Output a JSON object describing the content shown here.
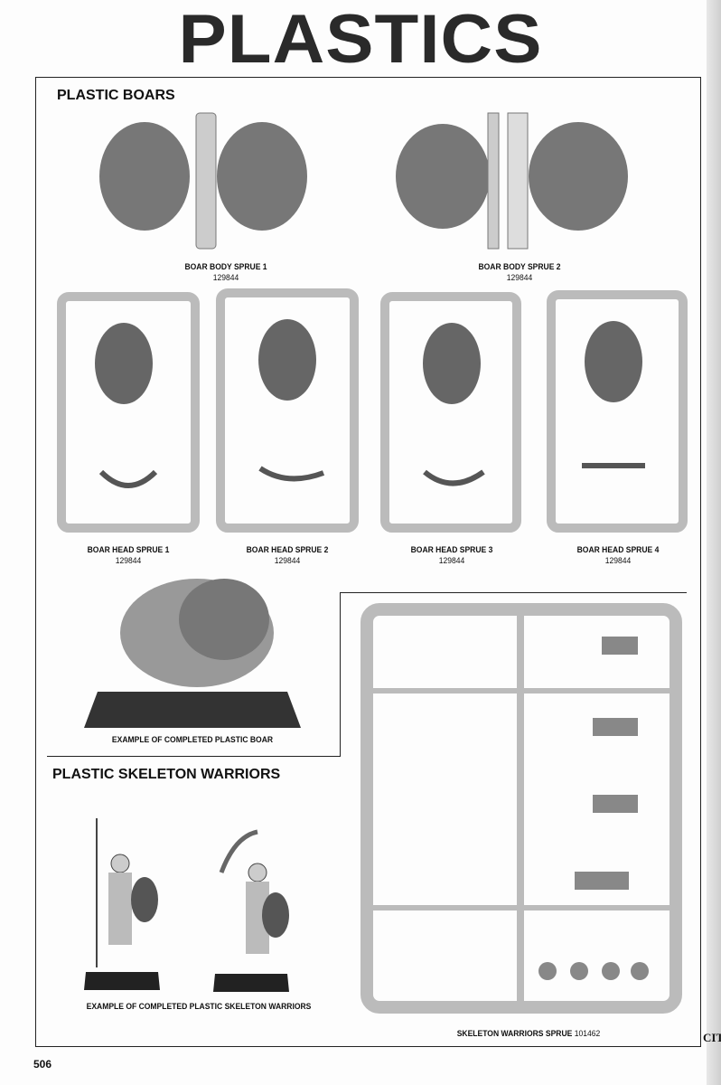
{
  "page_title": "PLASTICS",
  "page_number": "506",
  "boars": {
    "heading": "PLASTIC BOARS",
    "body_sprues": [
      {
        "name": "BOAR BODY SPRUE 1",
        "code": "129844"
      },
      {
        "name": "BOAR BODY SPRUE 2",
        "code": "129844"
      }
    ],
    "head_sprues": [
      {
        "name": "BOAR HEAD SPRUE 1",
        "code": "129844"
      },
      {
        "name": "BOAR HEAD SPRUE 2",
        "code": "129844"
      },
      {
        "name": "BOAR HEAD SPRUE 3",
        "code": "129844"
      },
      {
        "name": "BOAR HEAD SPRUE 4",
        "code": "129844"
      }
    ],
    "example_caption": "EXAMPLE OF COMPLETED PLASTIC BOAR"
  },
  "skeletons": {
    "heading": "PLASTIC SKELETON WARRIORS",
    "example_caption": "EXAMPLE OF COMPLETED PLASTIC SKELETON WARRIORS",
    "sprue_name": "SKELETON WARRIORS SPRUE",
    "sprue_code": "101462"
  },
  "edge_logo": "CIT"
}
